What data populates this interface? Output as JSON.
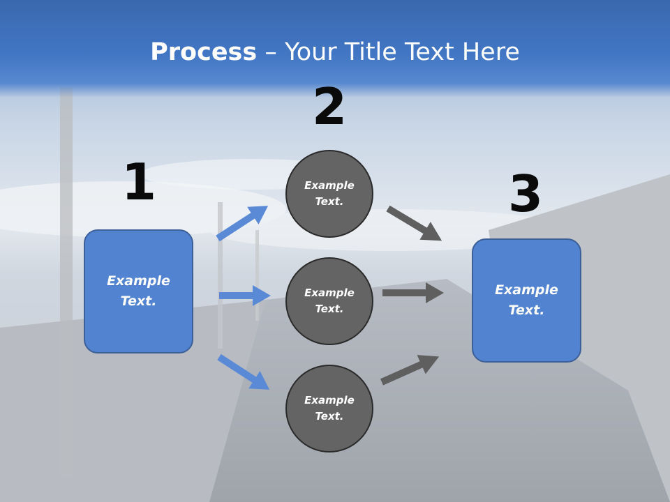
{
  "slide": {
    "title_bold": "Process",
    "title_rest": " – Your Title Text Here"
  },
  "steps": [
    {
      "number": "1"
    },
    {
      "number": "2"
    },
    {
      "number": "3"
    }
  ],
  "boxes": {
    "left": "Example\nText.",
    "right": "Example\nText."
  },
  "circles": [
    "Example\nText.",
    "Example\nText.",
    "Example\nText."
  ],
  "colors": {
    "title_band": "#4176c4",
    "box_fill": "#5283d0",
    "circle_fill": "#646464",
    "blue_arrow": "#5a8ad6",
    "gray_arrow": "#5f5f5f"
  }
}
